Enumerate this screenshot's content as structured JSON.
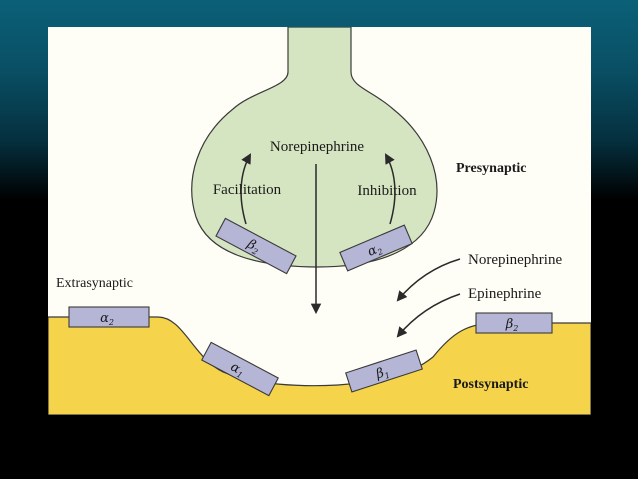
{
  "colors": {
    "slide_background_top": "#0b6078",
    "slide_background_bottom": "#000000",
    "figure_background": "#fffef6",
    "presynaptic_fill": "#d6e5c1",
    "postsynaptic_fill": "#f5d34a",
    "receptor_fill": "#b5b5d6",
    "line": "#2a2a2a"
  },
  "labels": {
    "norepinephrine_top": "Norepinephrine",
    "facilitation": "Facilitation",
    "inhibition": "Inhibition",
    "presynaptic": "Presynaptic",
    "extrasynaptic": "Extrasynaptic",
    "norepinephrine_right": "Norepinephrine",
    "epinephrine": "Epinephrine",
    "postsynaptic": "Postsynaptic"
  },
  "receptors": {
    "pre_beta2": {
      "letter": "β",
      "sub": "2"
    },
    "pre_alpha2": {
      "letter": "α",
      "sub": "2"
    },
    "extra_alpha2": {
      "letter": "α",
      "sub": "2"
    },
    "post_alpha1": {
      "letter": "α",
      "sub": "1"
    },
    "post_beta1": {
      "letter": "β",
      "sub": "1"
    },
    "extra_beta2": {
      "letter": "β",
      "sub": "2"
    }
  }
}
